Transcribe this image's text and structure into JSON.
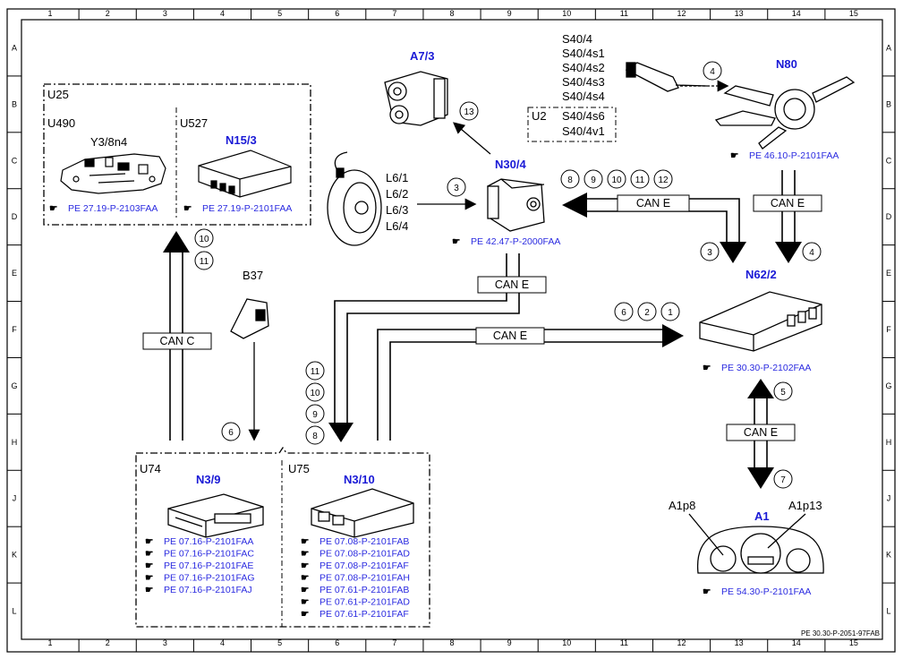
{
  "grid": {
    "columns": [
      "1",
      "2",
      "3",
      "4",
      "5",
      "6",
      "7",
      "8",
      "9",
      "10",
      "11",
      "12",
      "13",
      "14",
      "15"
    ],
    "rows": [
      "A",
      "B",
      "C",
      "D",
      "E",
      "F",
      "G",
      "H",
      "J",
      "K",
      "L"
    ]
  },
  "doc_id": "PE 30.30-P-2051-97FAB",
  "groups": {
    "u25": "U25",
    "u490": "U490",
    "u527": "U527",
    "u74": "U74",
    "u75": "U75",
    "u2": "U2"
  },
  "components": {
    "a7_3": "A7/3",
    "n80": "N80",
    "y3_8n4": "Y3/8n4",
    "n15_3": "N15/3",
    "n30_4": "N30/4",
    "b37": "B37",
    "n62_2": "N62/2",
    "n3_9": "N3/9",
    "n3_10": "N3/10",
    "a1": "A1",
    "a1p8": "A1p8",
    "a1p13": "A1p13"
  },
  "switch_labels": [
    "S40/4",
    "S40/4s1",
    "S40/4s2",
    "S40/4s3",
    "S40/4s4",
    "S40/4s6",
    "S40/4v1"
  ],
  "sensor_labels": [
    "L6/1",
    "L6/2",
    "L6/3",
    "L6/4"
  ],
  "refs": {
    "y3_8n4": "PE 27.19-P-2103FAA",
    "n15_3": "PE 27.19-P-2101FAA",
    "n80": "PE 46.10-P-2101FAA",
    "n30_4": "PE 42.47-P-2000FAA",
    "n62_2": "PE 30.30-P-2102FAA",
    "a1": "PE 54.30-P-2101FAA",
    "n3_9": [
      "PE 07.16-P-2101FAA",
      "PE 07.16-P-2101FAC",
      "PE 07.16-P-2101FAE",
      "PE 07.16-P-2101FAG",
      "PE 07.16-P-2101FAJ"
    ],
    "n3_10": [
      "PE 07.08-P-2101FAB",
      "PE 07.08-P-2101FAD",
      "PE 07.08-P-2101FAF",
      "PE 07.08-P-2101FAH",
      "PE 07.61-P-2101FAB",
      "PE 07.61-P-2101FAD",
      "PE 07.61-P-2101FAF"
    ]
  },
  "buses": {
    "can_c": "CAN C",
    "can_e_top": "CAN E",
    "can_e_n80": "CAN E",
    "can_e_mid": "CAN E",
    "can_e_main": "CAN E",
    "can_e_a1": "CAN E"
  },
  "signals": {
    "n80_to_n80": "4",
    "n30_to_a7": "13",
    "sensor_to_n30": "3",
    "can_e_top": [
      "8",
      "9",
      "10",
      "11",
      "12"
    ],
    "n30_down": "3",
    "n80_down": "4",
    "u25_up": [
      "10",
      "11"
    ],
    "b37_down": "6",
    "to_n3_10": [
      "11",
      "10",
      "9",
      "8"
    ],
    "to_n62": [
      "6",
      "2",
      "1"
    ],
    "n62_up": "5",
    "n62_down": "7"
  }
}
